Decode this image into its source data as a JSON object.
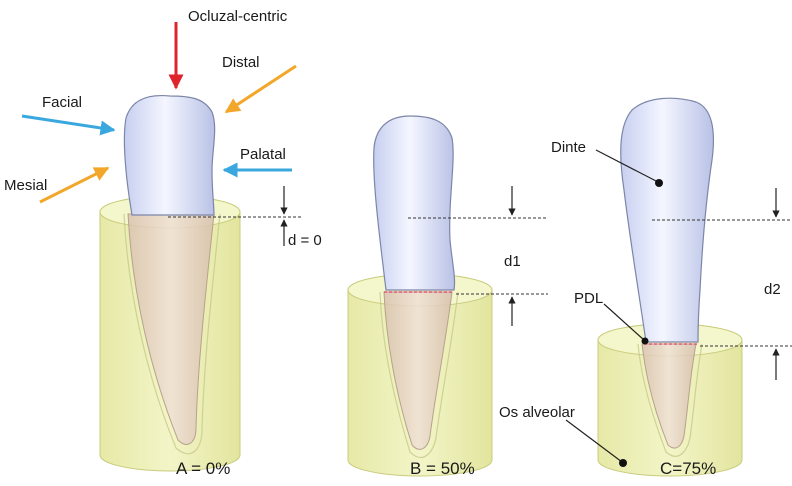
{
  "labels": {
    "force_occlusal": "Ocluzal-centric",
    "force_distal": "Distal",
    "force_facial": "Facial",
    "force_palatal": "Palatal",
    "force_mesial": "Mesial",
    "d0": "d = 0",
    "d1": "d1",
    "d2": "d2",
    "tooth": "Dinte",
    "pdl": "PDL",
    "bone": "Os alveolar"
  },
  "panels": [
    {
      "caption": "A = 0%",
      "bone_loss_percent": 0
    },
    {
      "caption": "B = 50%",
      "bone_loss_percent": 50
    },
    {
      "caption": "C=75%",
      "bone_loss_percent": 75
    }
  ],
  "colors": {
    "occlusal_arrow": "#e0242b",
    "oblique_arrow": "#f2a72a",
    "horizontal_arrow": "#3aa7df",
    "bone_fill": "#eef0b4",
    "bone_stroke": "#c9cc7c",
    "tooth_fill": "#e8ecfb",
    "tooth_stroke": "#7c86a8",
    "root_fill": "#e6d3c4",
    "pdl_line": "#e03a6a"
  }
}
